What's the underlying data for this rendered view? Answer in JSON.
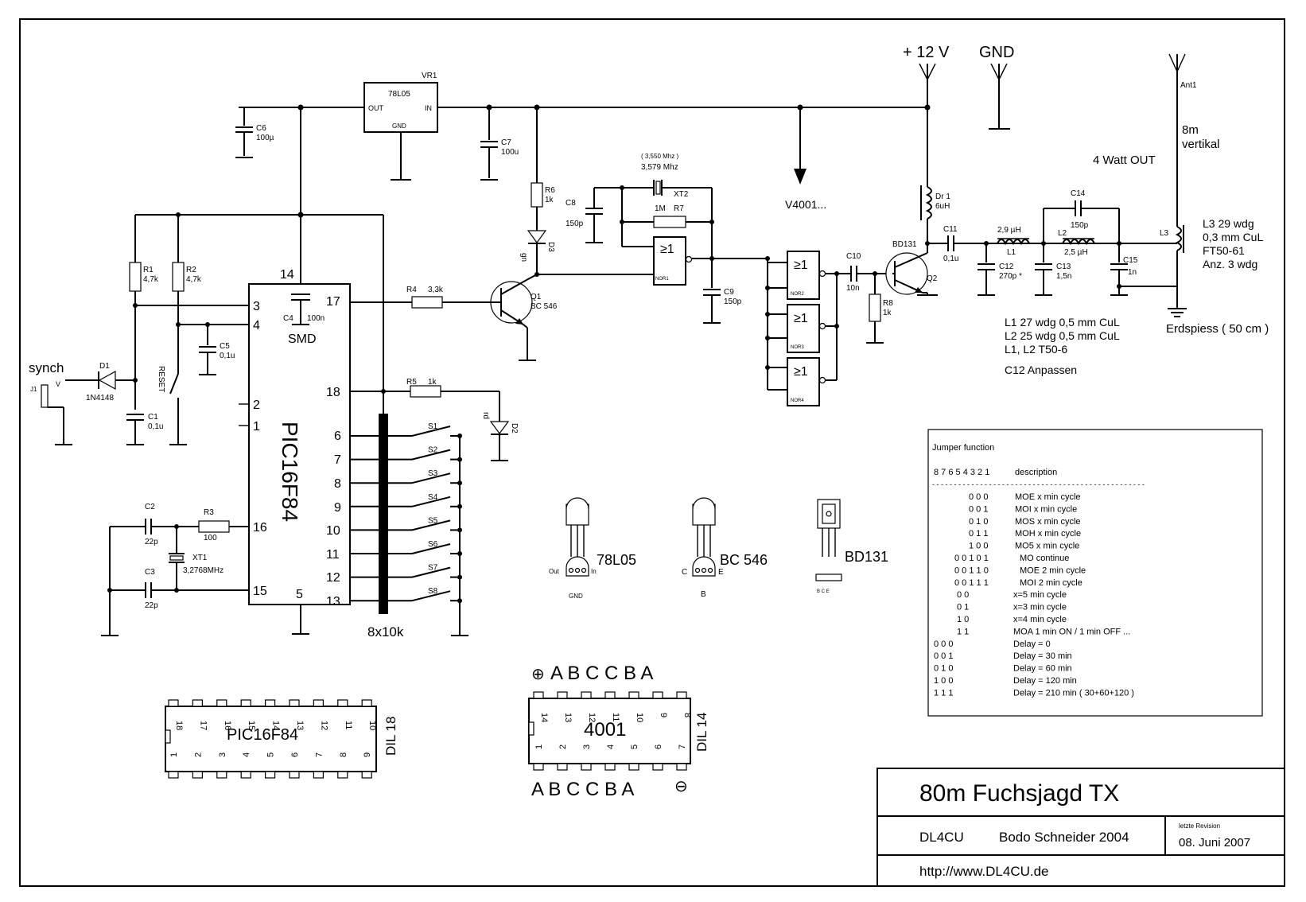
{
  "power": {
    "vplus": "+ 12 V",
    "gnd": "GND",
    "v4001": "V4001..."
  },
  "regulator": {
    "ref": "VR1",
    "part": "78L05",
    "out": "OUT",
    "in": "IN",
    "gnd": "GND"
  },
  "caps": {
    "c6_ref": "C6",
    "c6_val": "100µ",
    "c7_ref": "C7",
    "c7_val": "100u",
    "c8_ref": "C8",
    "c8_val": "150p",
    "c9_ref": "C9",
    "c9_val": "150p",
    "c4_ref": "C4",
    "c4_val": "100n",
    "c4_smd": "SMD",
    "c5_ref": "C5",
    "c5_val": "0,1u",
    "c1_ref": "C1",
    "c1_val": "0,1u",
    "c2_ref": "C2",
    "c2_val": "22p",
    "c3_ref": "C3",
    "c3_val": "22p",
    "c10_ref": "C10",
    "c10_val": "10n",
    "c11_ref": "C11",
    "c11_val": "0,1u",
    "c12_ref": "C12",
    "c12_val": "270p *",
    "c13_ref": "C13",
    "c13_val": "1,5n",
    "c14_ref": "C14",
    "c14_val": "150p",
    "c15_ref": "C15",
    "c15_val": "1n"
  },
  "resistors": {
    "r1_ref": "R1",
    "r1_val": "4,7k",
    "r2_ref": "R2",
    "r2_val": "4,7k",
    "r3_ref": "R3",
    "r3_val": "100",
    "r4_ref": "R4",
    "r4_val": "3,3k",
    "r5_ref": "R5",
    "r5_val": "1k",
    "r6_ref": "R6",
    "r6_val": "1k",
    "r7_ref": "R7",
    "r7_val": "1M",
    "r8_ref": "R8",
    "r8_val": "1k",
    "array": "8x10k"
  },
  "crystals": {
    "xt1_ref": "XT1",
    "xt1_val": "3,2768MHz",
    "xt2_ref": "XT2",
    "xt2_alt": "( 3,550 Mhz )",
    "xt2_val": "3,579 Mhz"
  },
  "semis": {
    "d1_ref": "D1",
    "d1_val": "1N4148",
    "d2_ref": "D2",
    "d2_col": "rd",
    "d3_ref": "D3",
    "d3_col": "gn",
    "q1_ref": "Q1",
    "q1_val": "BC 546",
    "q2_ref": "Q2",
    "q2_val": "BD131",
    "dr1": "Dr 1",
    "dr1_val": "6uH",
    "l1_val": "2,9 µH",
    "l1_ref": "L1",
    "l2_ref": "L2",
    "l2_val": "2,5 µH",
    "l3_ref": "L3"
  },
  "gates": {
    "symbol": "≥1",
    "n1": "NOR1",
    "n2": "NOR2",
    "n3": "NOR3",
    "n4": "NOR4"
  },
  "mcu": {
    "name": "PIC16F84",
    "p14": "14",
    "p3": "3",
    "p4": "4",
    "p2": "2",
    "p1": "1",
    "p16": "16",
    "p15": "15",
    "p5": "5",
    "p17": "17",
    "p18": "18",
    "p6": "6",
    "p7": "7",
    "p8": "8",
    "p9": "9",
    "p10": "10",
    "p11": "11",
    "p12": "12",
    "p13": "13"
  },
  "switches": [
    "S1",
    "S2",
    "S3",
    "S4",
    "S5",
    "S6",
    "S7",
    "S8"
  ],
  "misc": {
    "synch": "synch",
    "j1": "J1",
    "v": "V",
    "reset": "RESET"
  },
  "antenna": {
    "ref": "Ant1",
    "len": "8m",
    "kind": "vertikal",
    "power": "4 Watt OUT",
    "ground": "Erdspiess ( 50 cm )"
  },
  "l3_notes": [
    "L3 29 wdg",
    "0,3 mm CuL",
    "FT50-61",
    "Anz. 3 wdg"
  ],
  "l12_notes": [
    "L1  27 wdg   0,5 mm CuL",
    "L2  25 wdg   0,5 mm CuL",
    "L1, L2  T50-6",
    "C12 Anpassen"
  ],
  "packages": {
    "reg": "78L05",
    "reg_out": "Out",
    "reg_in": "In",
    "reg_gnd": "GND",
    "bc": "BC 546",
    "bc_c": "C",
    "bc_e": "E",
    "bc_b": "B",
    "bd": "BD131",
    "bd_pins": "B  C  E"
  },
  "dil18": {
    "name": "PIC16F84",
    "label": "DIL 18",
    "top": [
      "18",
      "17",
      "16",
      "15",
      "14",
      "13",
      "12",
      "11",
      "10"
    ],
    "bot": [
      "1",
      "2",
      "3",
      "4",
      "5",
      "6",
      "7",
      "8",
      "9"
    ]
  },
  "dil14": {
    "name": "4001",
    "label": "DIL 14",
    "top": [
      "14",
      "13",
      "12",
      "11",
      "10",
      "9",
      "8"
    ],
    "bot": [
      "1",
      "2",
      "3",
      "4",
      "5",
      "6",
      "7"
    ],
    "top_letters": "A B C  C B A",
    "bot_letters": "A B C  C B A",
    "plus": "⊕",
    "minus": "⊖"
  },
  "jumper": {
    "title": "Jumper function",
    "head_bits": "8 7 6 5 4 3 2 1",
    "head_desc": "description",
    "sep": "- - - - - - - - - - - - - - - - - - - - - - - - - - - - - - - - - - - - - - - - - - - - - - - - -",
    "rows": [
      {
        "b": "0 0 0",
        "d": "MOE     x  min cycle"
      },
      {
        "b": "0 0 1",
        "d": "MOI     x  min cycle"
      },
      {
        "b": "0 1 0",
        "d": "MOS     x  min cycle"
      },
      {
        "b": "0 1 1",
        "d": "MOH     x  min cycle"
      },
      {
        "b": "1 0 0",
        "d": "MO5     x  min cycle"
      },
      {
        "b": "0 0 1 0 1",
        "d": "MO         continue"
      },
      {
        "b": "0 0 1 1 0",
        "d": "MOE        2 min cycle"
      },
      {
        "b": "0 0 1 1 1",
        "d": "MOI        2 min cycle"
      },
      {
        "b": "0 0",
        "d": "x=5 min  cycle"
      },
      {
        "b": "0 1",
        "d": "x=3 min  cycle"
      },
      {
        "b": "1 0",
        "d": "x=4 min  cycle"
      },
      {
        "b": "1 1",
        "d": "MOA    1 min ON / 1 min OFF ..."
      },
      {
        "b": "0 0 0",
        "d": "Delay = 0"
      },
      {
        "b": "0 0 1",
        "d": "Delay = 30 min"
      },
      {
        "b": "0 1 0",
        "d": "Delay = 60 min"
      },
      {
        "b": "1 0 0",
        "d": "Delay = 120 min"
      },
      {
        "b": "1 1 1",
        "d": "Delay = 210 min ( 30+60+120 )"
      }
    ]
  },
  "title_block": {
    "title": "80m Fuchsjagd TX",
    "author_call": "DL4CU",
    "author": "Bodo Schneider  2004",
    "rev_label": "letzte Revision",
    "rev_date": "08. Juni 2007",
    "url": "http://www.DL4CU.de"
  }
}
